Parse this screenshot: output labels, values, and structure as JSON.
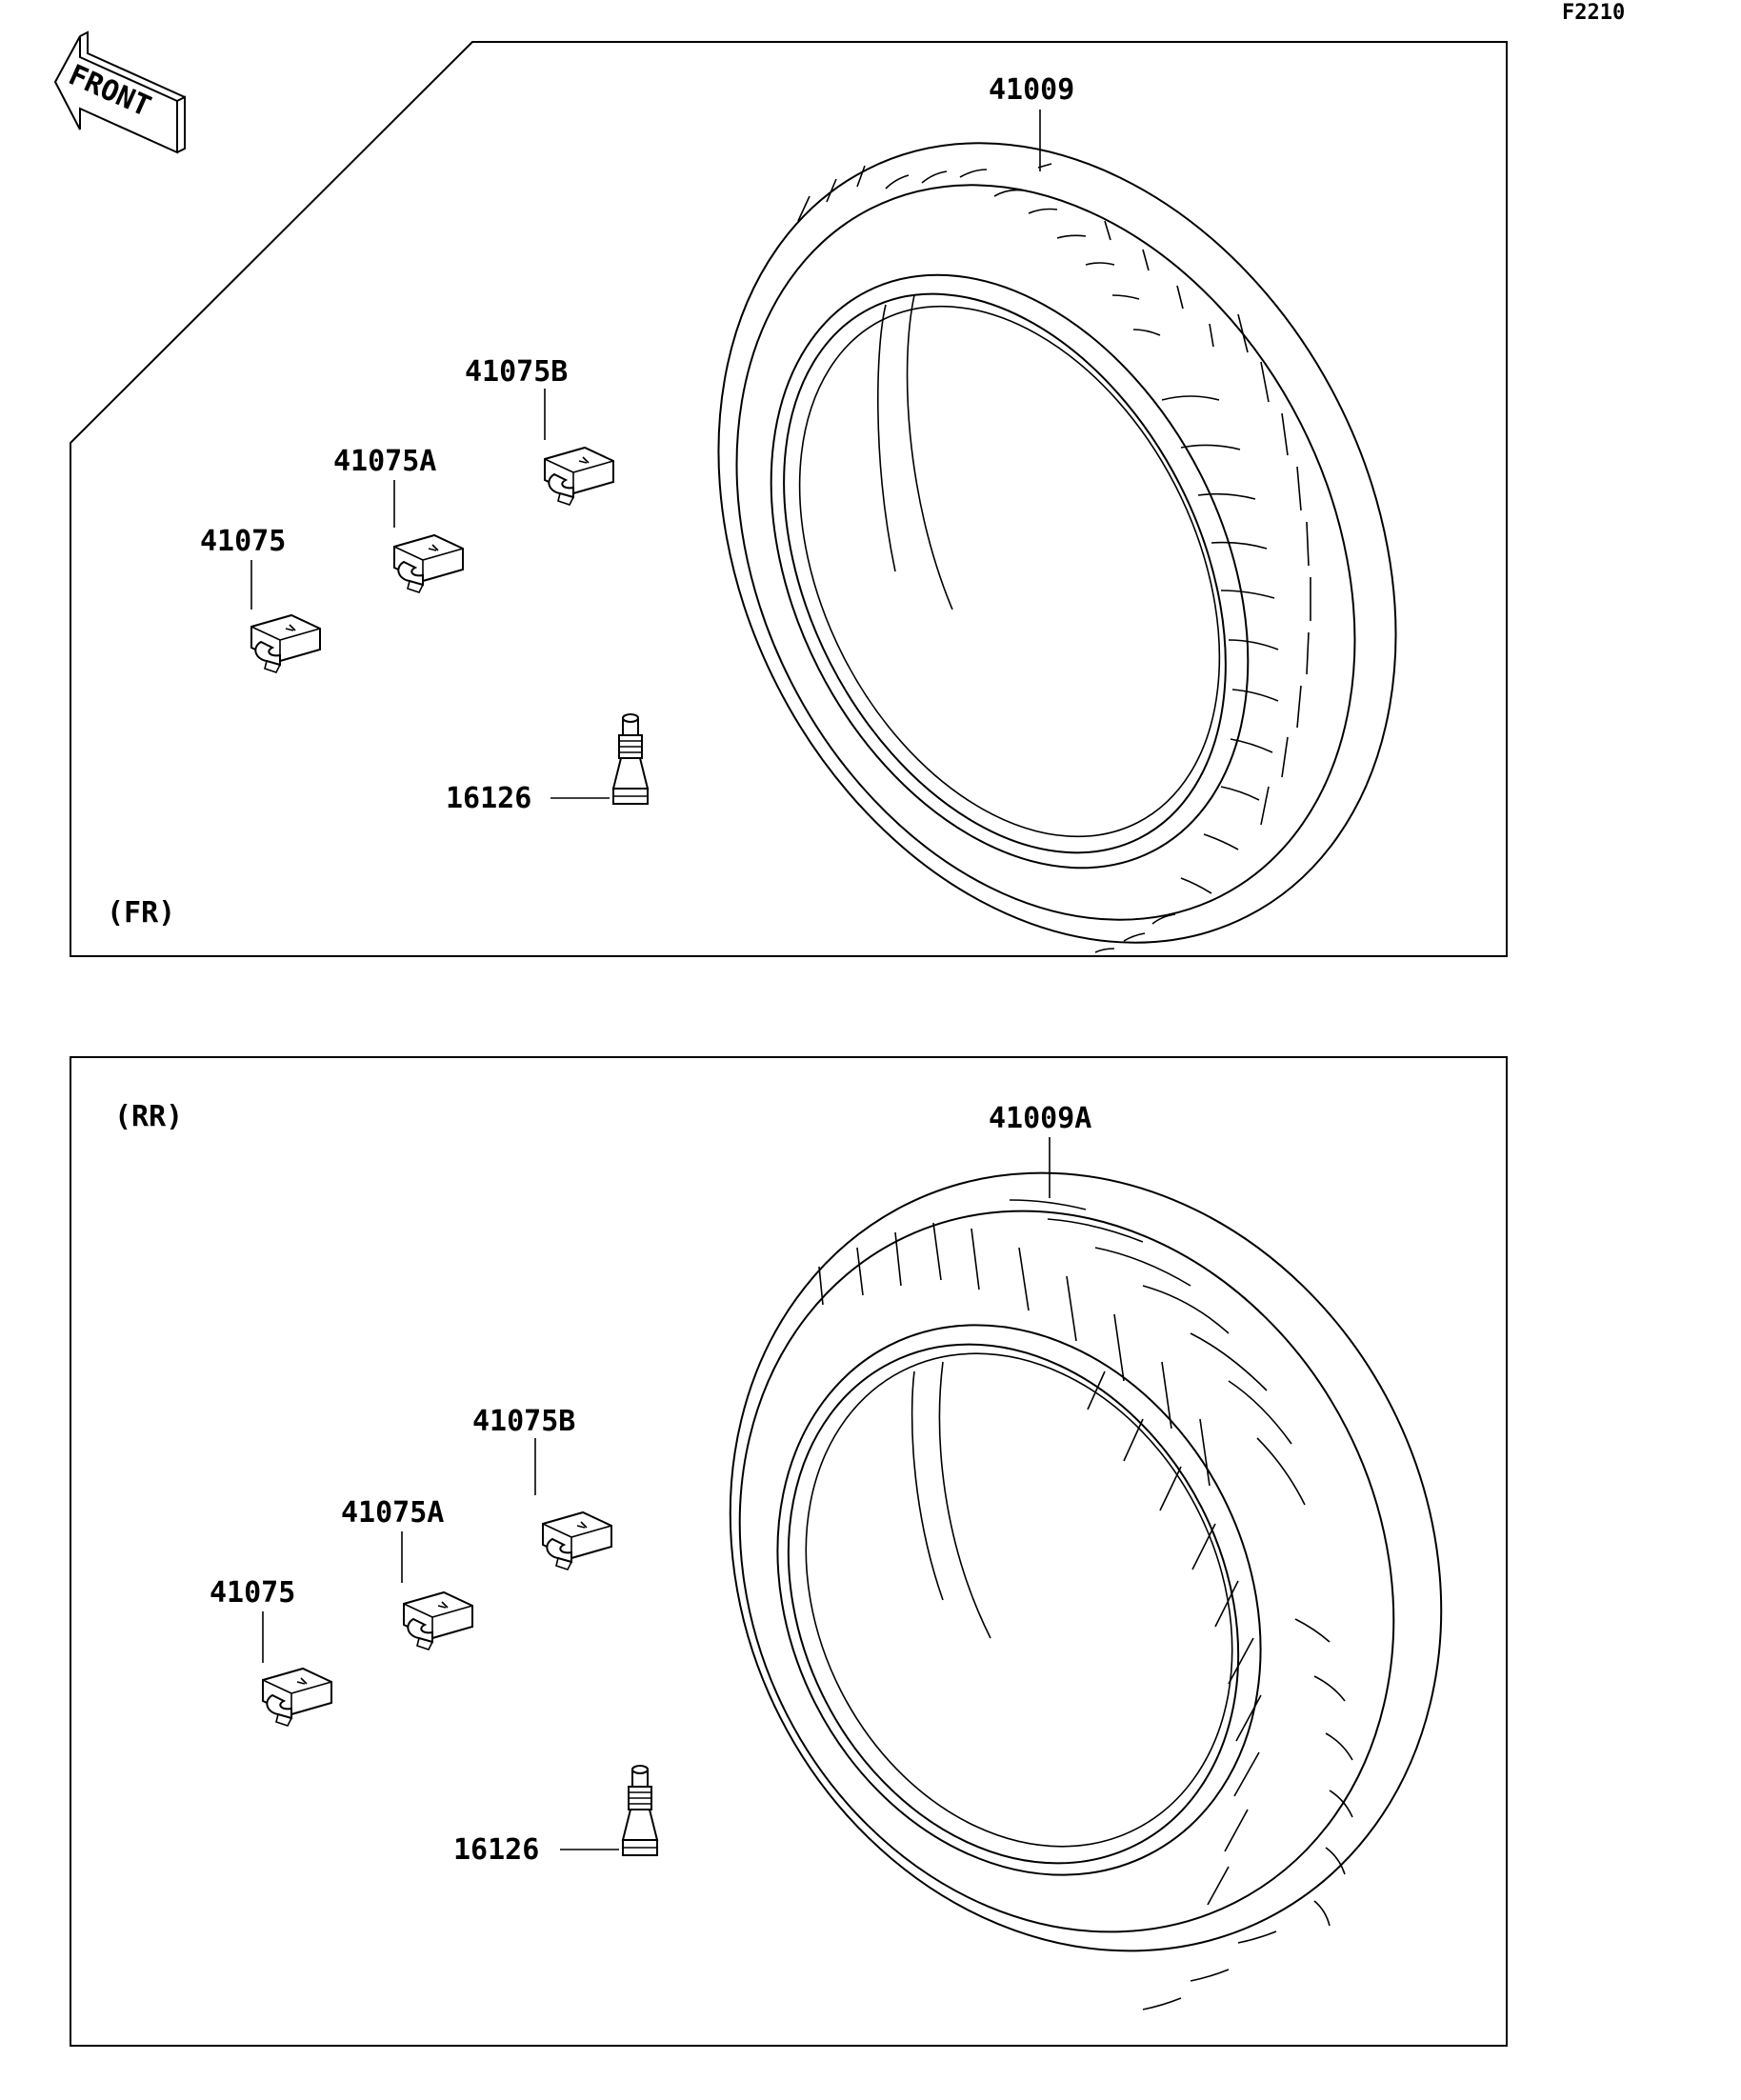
{
  "figure_code": "F2210",
  "front_label": "FRONT",
  "front_panel": {
    "section": "(FR)",
    "tire": "41009",
    "weights": [
      "41075",
      "41075A",
      "41075B"
    ],
    "valve": "16126"
  },
  "rear_panel": {
    "section": "(RR)",
    "tire": "41009A",
    "weights": [
      "41075",
      "41075A",
      "41075B"
    ],
    "valve": "16126"
  }
}
